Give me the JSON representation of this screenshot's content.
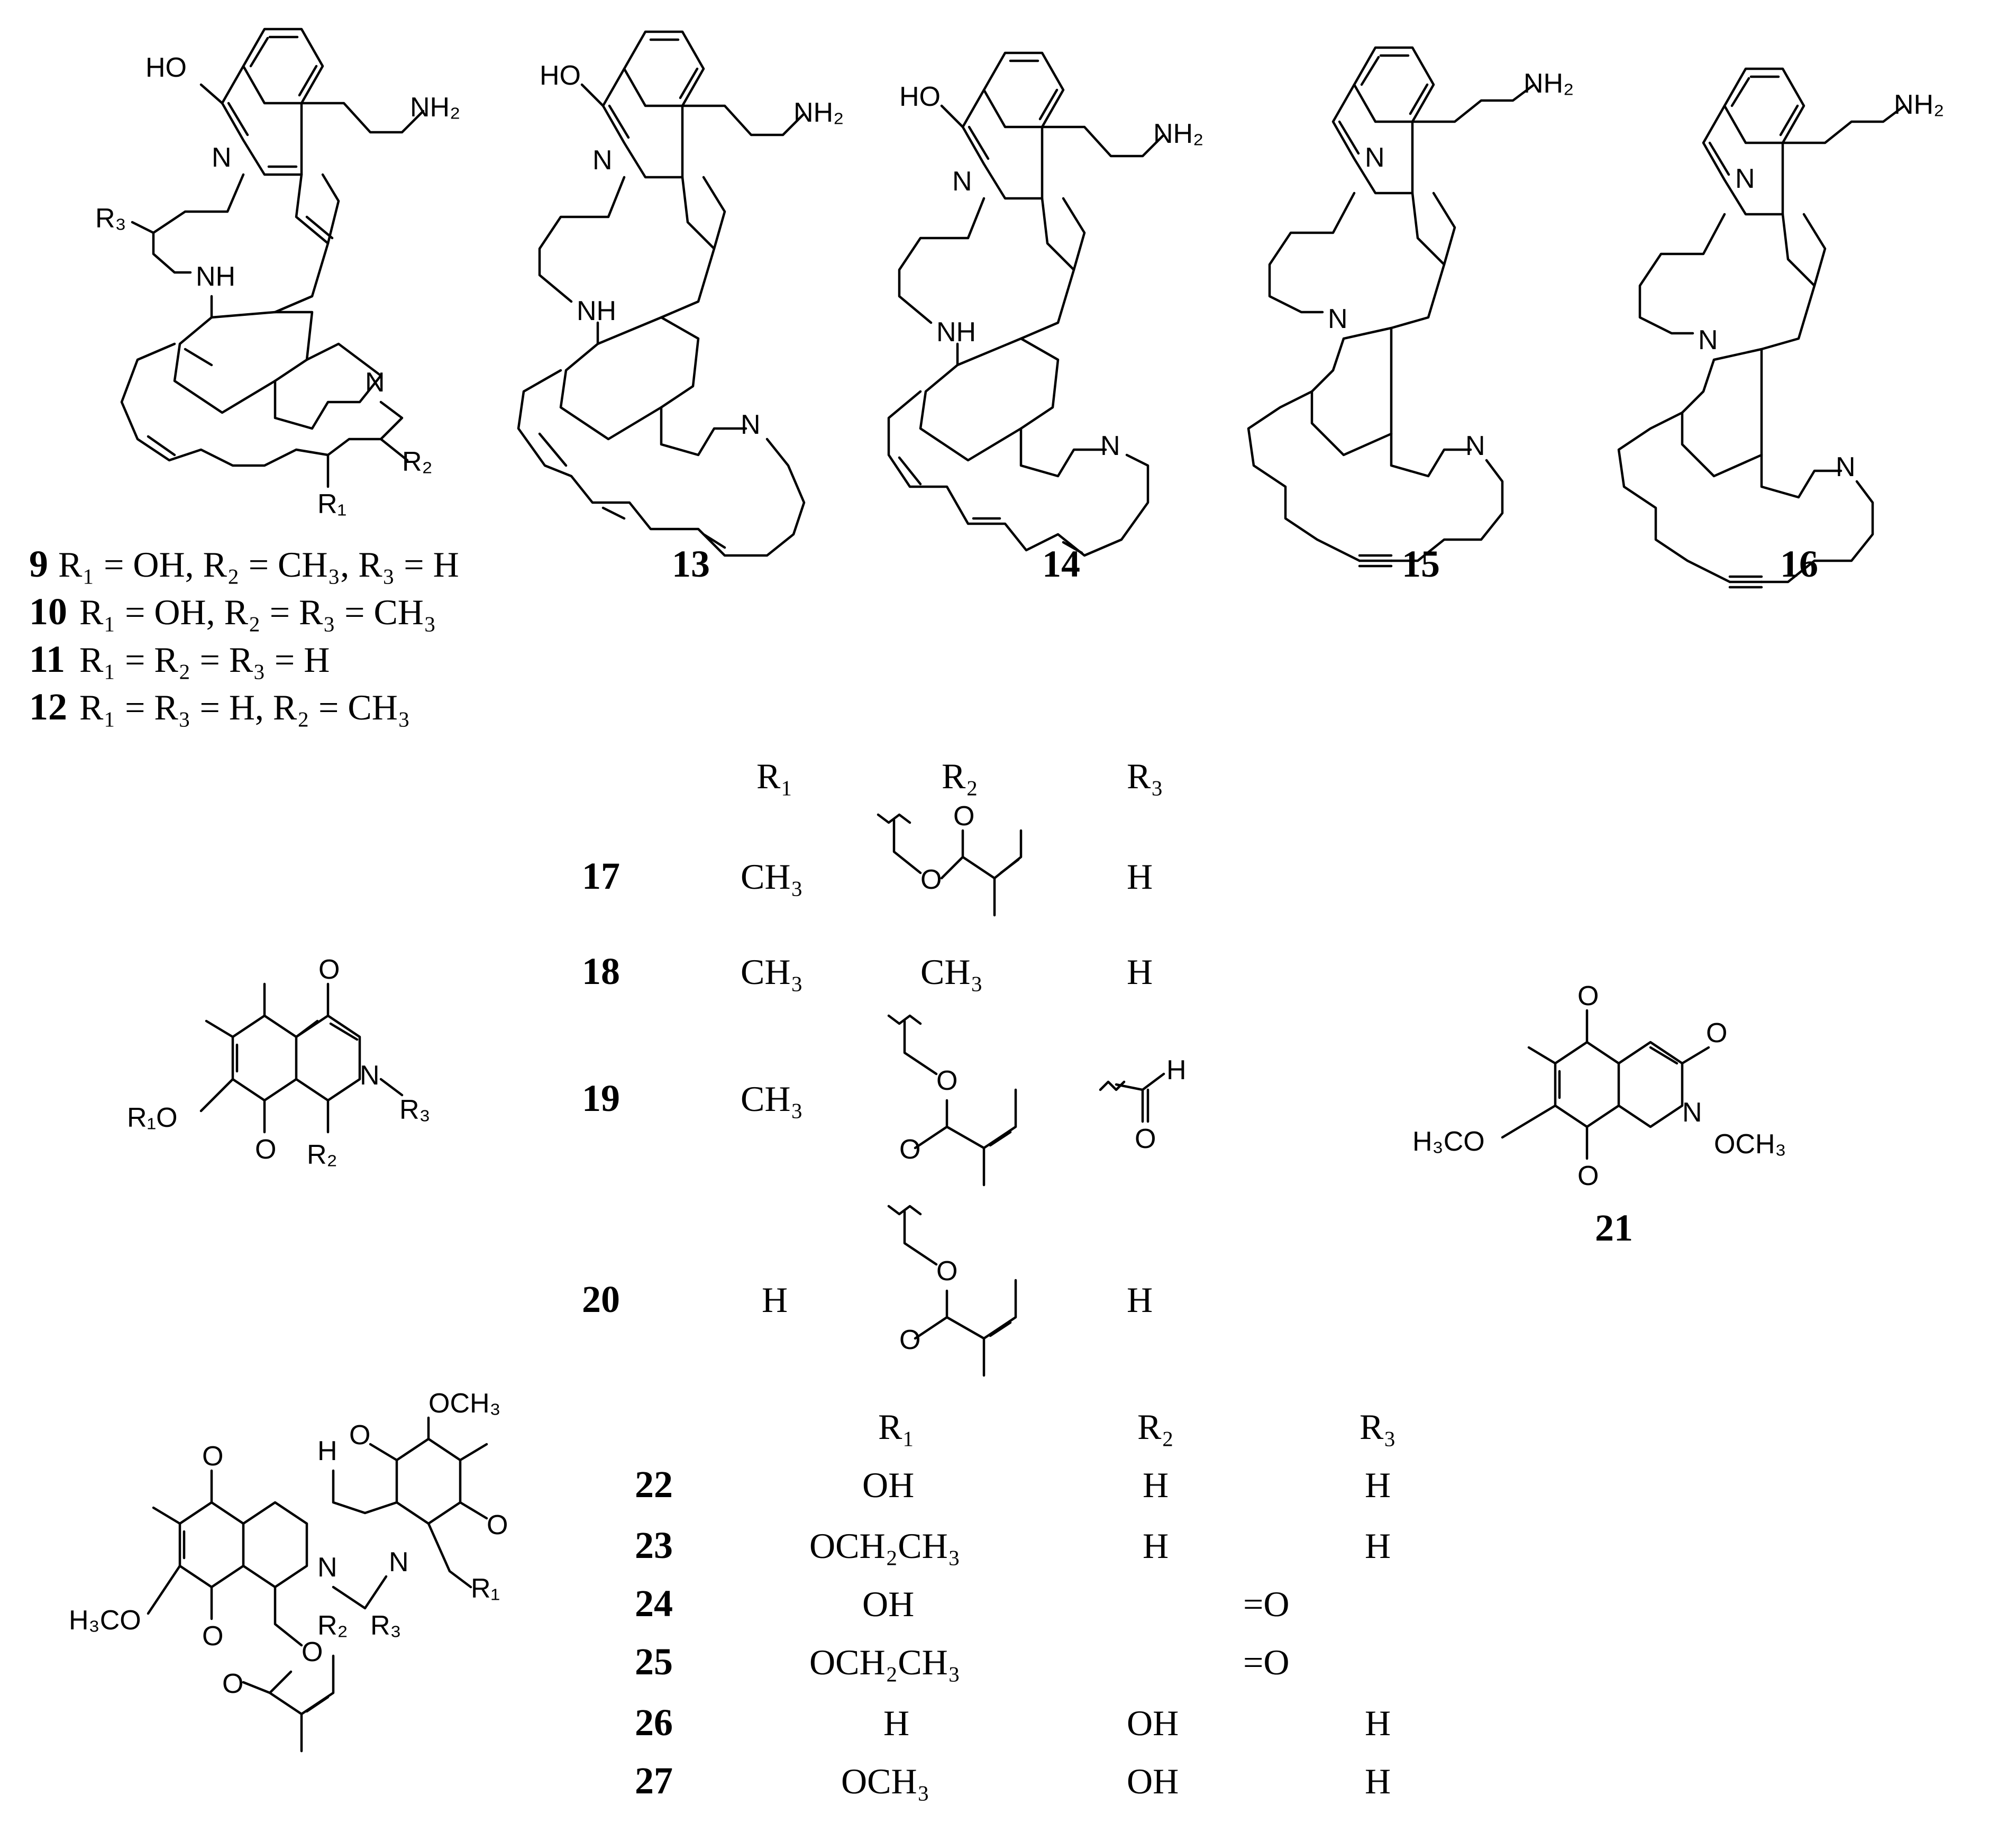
{
  "compound_ids": {
    "c9": "9",
    "c10": "10",
    "c11": "11",
    "c12": "12",
    "c13": "13",
    "c14": "14",
    "c15": "15",
    "c16": "16",
    "c17": "17",
    "c18": "18",
    "c19": "19",
    "c20": "20",
    "c21": "21",
    "c22": "22",
    "c23": "23",
    "c24": "24",
    "c25": "25",
    "c26": "26",
    "c27": "27"
  },
  "legend_9_12": [
    {
      "id": "9",
      "text": "R₁ = OH, R₂ = CH₃, R₃ = H"
    },
    {
      "id": "10",
      "text": "R₁ = OH, R₂ = R₃ = CH₃"
    },
    {
      "id": "11",
      "text": "R₁ = R₂ = R₃ = H"
    },
    {
      "id": "12",
      "text": "R₁ = R₃ = H, R₂ = CH₃"
    }
  ],
  "atom_labels": {
    "ho": "HO",
    "nh2": "NH₂",
    "nh": "NH",
    "n": "N",
    "r1": "R₁",
    "r2": "R₂",
    "r3": "R₃",
    "r1o": "R₁O",
    "o": "O",
    "h": "H",
    "h3co": "H₃CO",
    "och3": "OCH₃",
    "ch3": "CH₃"
  },
  "table_17_20": {
    "headers": [
      "R₁",
      "R₂",
      "R₃"
    ],
    "rows": [
      {
        "id": "17",
        "r1": "CH₃",
        "r2": "(tigloyloxymethyl)",
        "r3": "H"
      },
      {
        "id": "18",
        "r1": "CH₃",
        "r2": "CH₃",
        "r3": "H"
      },
      {
        "id": "19",
        "r1": "CH₃",
        "r2": "(tigloyloxymethyl)",
        "r3": "(formyl)"
      },
      {
        "id": "20",
        "r1": "H",
        "r2": "(tigloyloxymethyl)",
        "r3": "H"
      }
    ]
  },
  "table_22_27": {
    "headers": [
      "R₁",
      "R₂",
      "R₃"
    ],
    "rows": [
      {
        "id": "22",
        "r1": "OH",
        "r2": "H",
        "r3": "H"
      },
      {
        "id": "23",
        "r1": "OCH₂CH₃",
        "r2": "H",
        "r3": "H"
      },
      {
        "id": "24",
        "r1": "OH",
        "r2r3": "=O"
      },
      {
        "id": "25",
        "r1": "OCH₂CH₃",
        "r2r3": "=O"
      },
      {
        "id": "26",
        "r1": "H",
        "r2": "OH",
        "r3": "H"
      },
      {
        "id": "27",
        "r1": "OCH₃",
        "r2": "OH",
        "r3": "H"
      }
    ]
  }
}
